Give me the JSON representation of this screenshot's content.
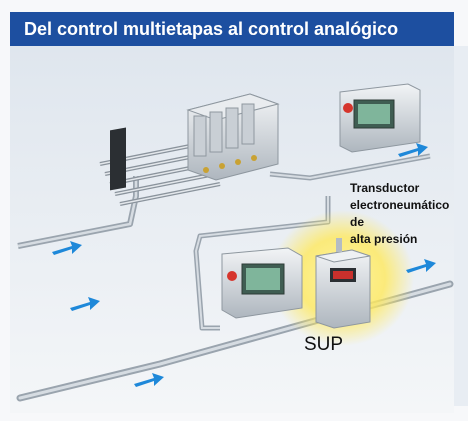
{
  "header": {
    "title": "Del control multietapas al control analógico"
  },
  "diagram": {
    "transducer_label": [
      "Transductor",
      "electroneumático de",
      "alta presión"
    ],
    "supply_label": "SUP"
  },
  "colors": {
    "title_bg": "#1d4fa0",
    "pipe": "#b8c2cc",
    "flow_arrow": "#1e88d9",
    "highlight": "#ffe95c"
  }
}
